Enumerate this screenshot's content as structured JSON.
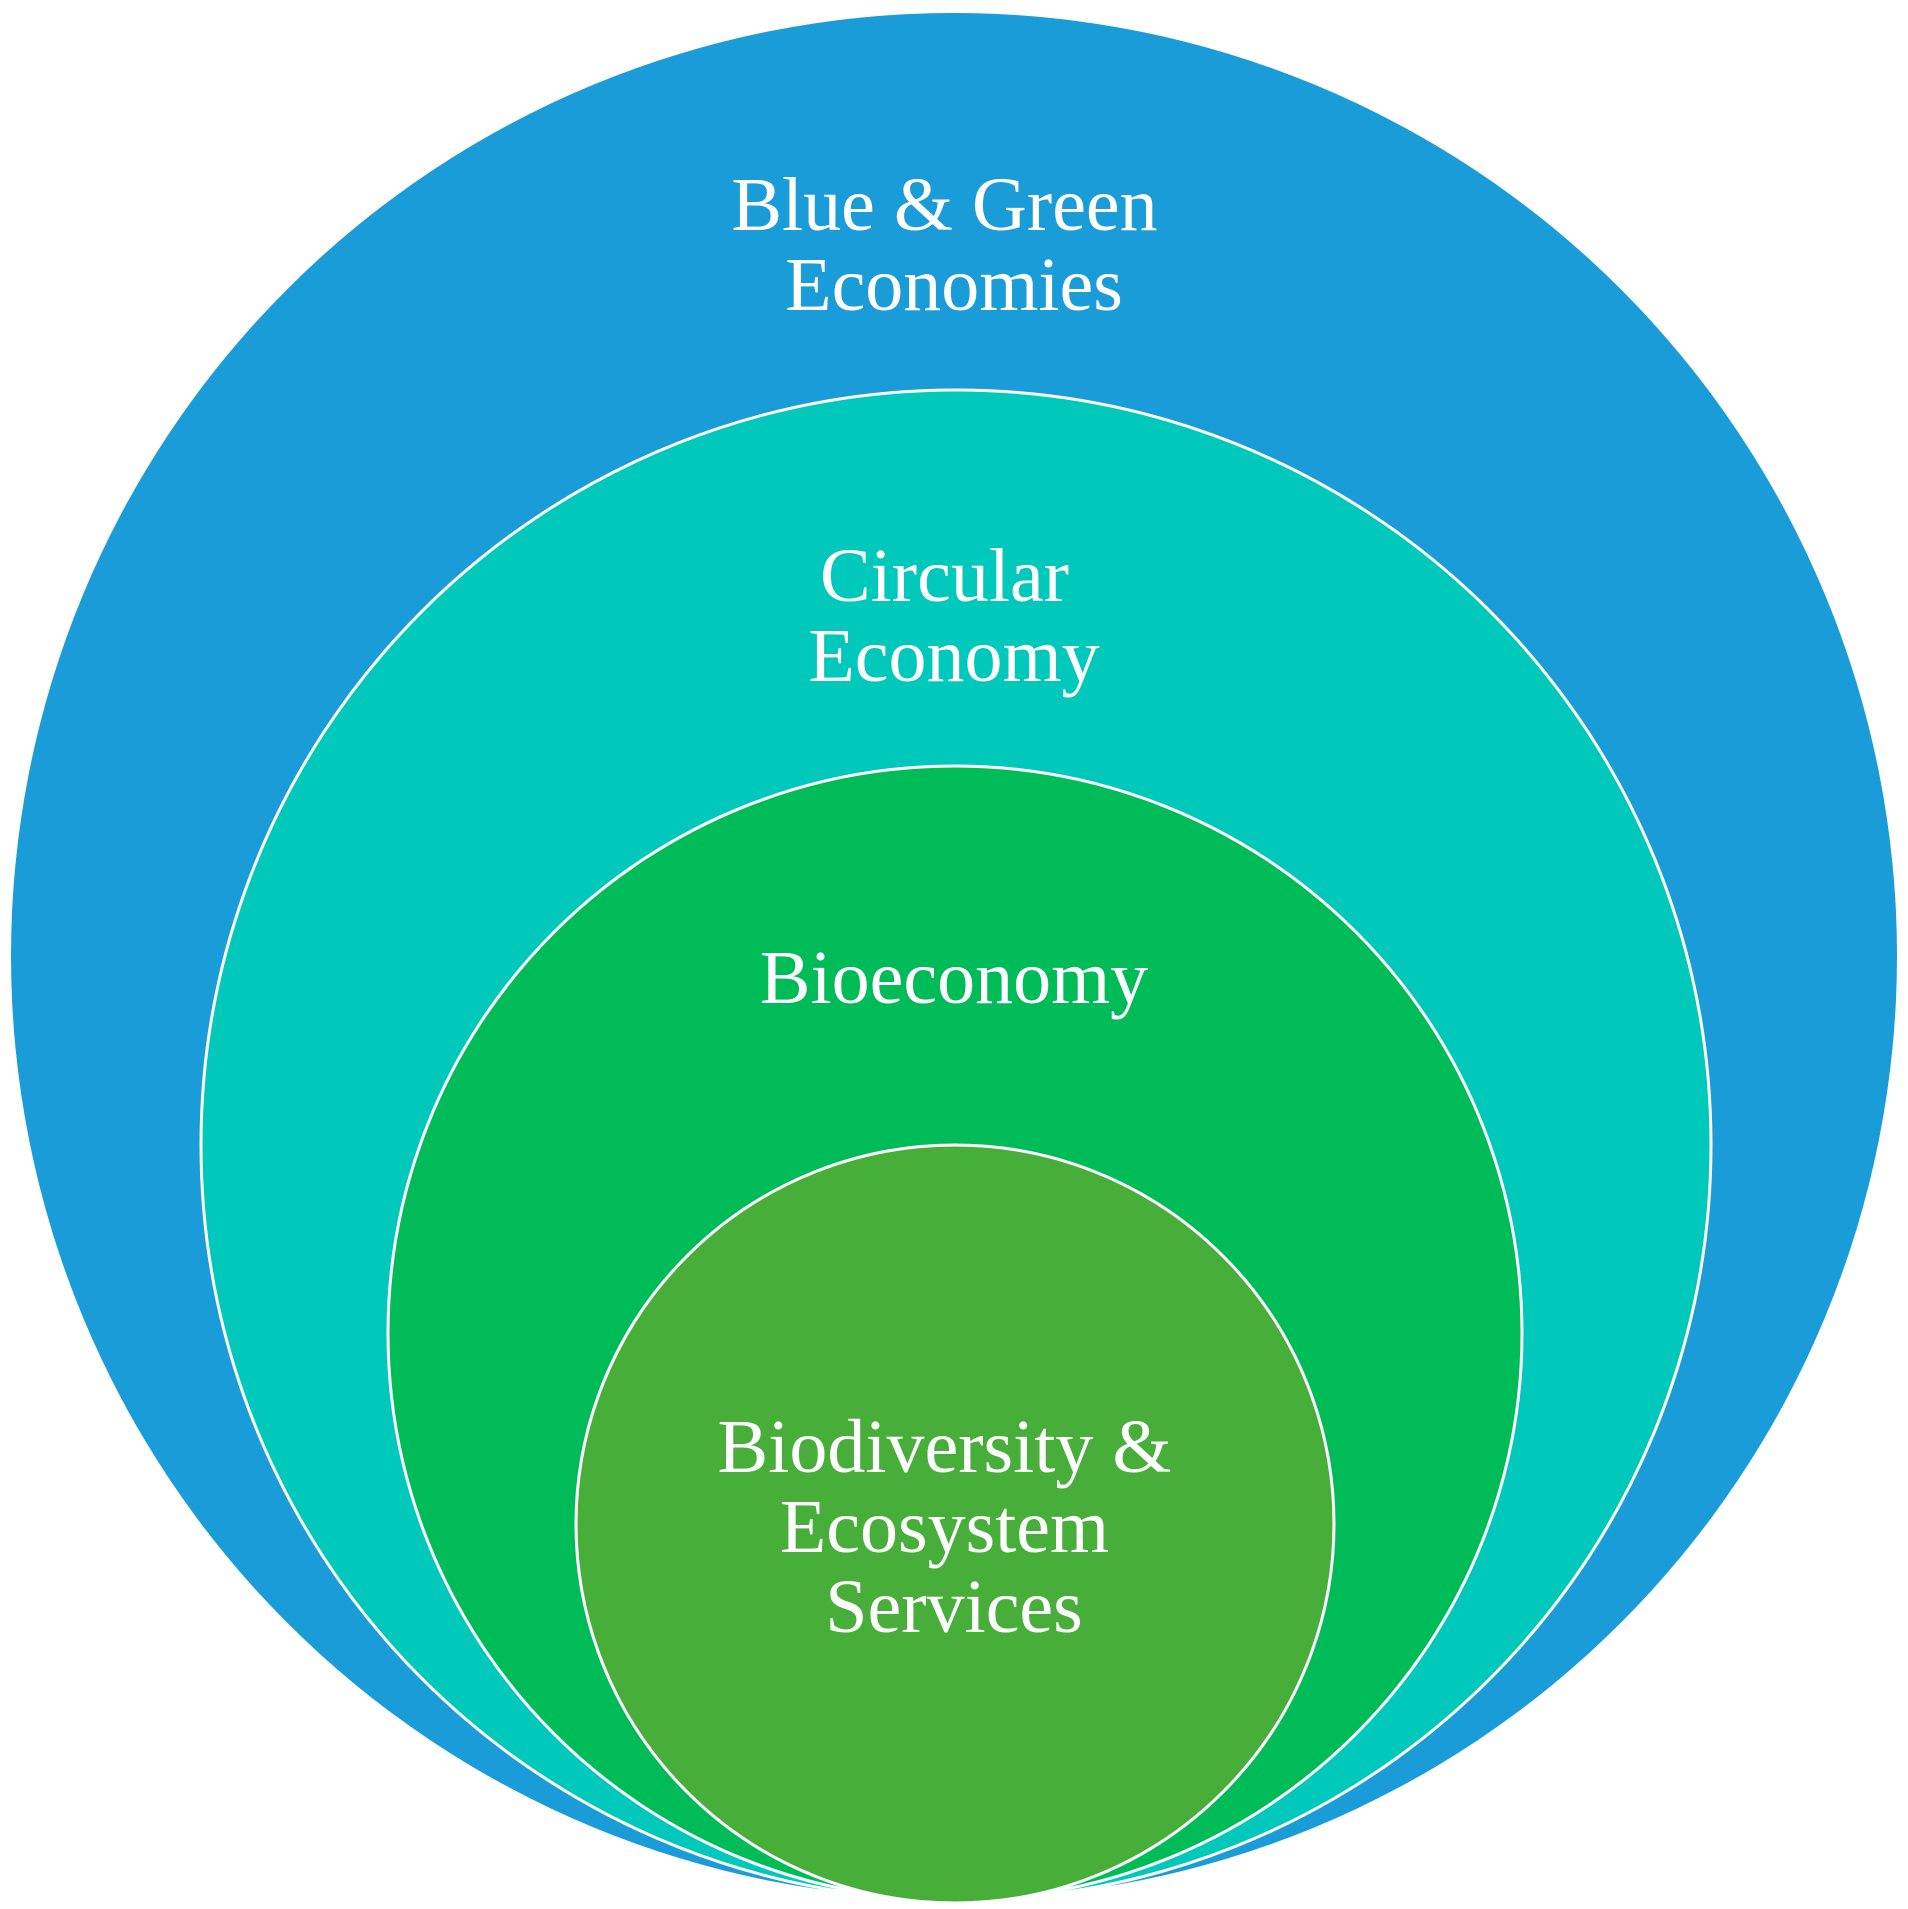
{
  "circles": [
    {
      "key": "blue_green",
      "label_lines": [
        "Blue & Green",
        "Economies"
      ],
      "color": "#1a9cd8"
    },
    {
      "key": "circular",
      "label_lines": [
        "Circular",
        "Economy"
      ],
      "color": "#00c9bb"
    },
    {
      "key": "bioeconomy",
      "label_lines": [
        "Bioeconomy"
      ],
      "color": "#00bc58"
    },
    {
      "key": "biodiversity",
      "label_lines": [
        "Biodiversity &",
        "Ecosystem",
        "Services"
      ],
      "color": "#48ae3a"
    }
  ],
  "outline_color": "#ffffff"
}
